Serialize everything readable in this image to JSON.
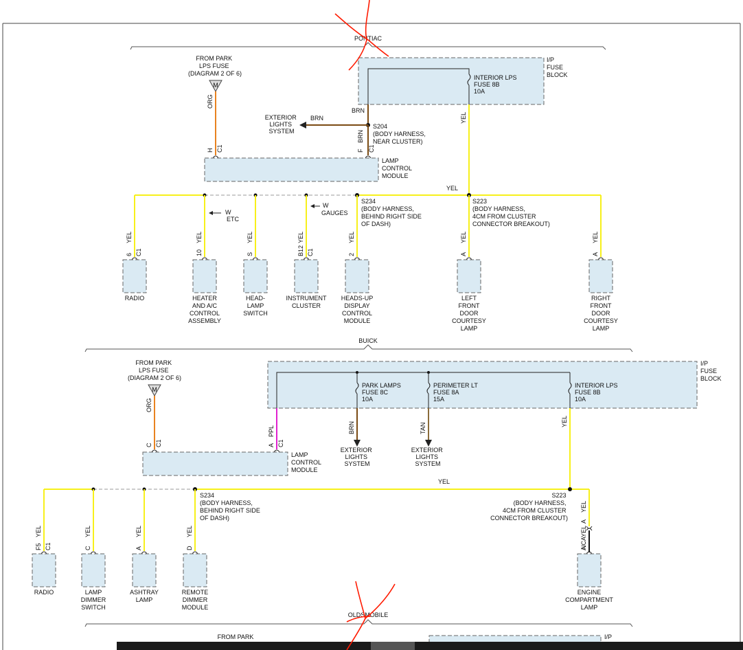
{
  "colors": {
    "yel": "#f7f01a",
    "brn": "#7a4a12",
    "org": "#e8821f",
    "tan": "#8a6c3a",
    "ppl": "#e020d0",
    "nca": "#111111",
    "blk": "#222222",
    "dash": "#9a9a9a",
    "box_fill": "#daeaf3",
    "annot": "#ff1a00"
  },
  "pontiac": {
    "title": "PONTIAC",
    "fuse_block": [
      "I/P",
      "FUSE",
      "BLOCK"
    ],
    "fuse": [
      "INTERIOR LPS",
      "FUSE 8B",
      "10A"
    ],
    "from_park": [
      "FROM PARK",
      "LPS FUSE",
      "(DIAGRAM 2 OF 6)"
    ],
    "connector_m": "M",
    "wire_org": "ORG",
    "pin_h": "H",
    "pin_f": "F",
    "conn_c1": "C1",
    "wire_brn": "BRN",
    "exterior_lights": [
      "EXTERIOR",
      "LIGHTS",
      "SYSTEM"
    ],
    "s204": [
      "S204",
      "(BODY HARNESS,",
      "NEAR CLUSTER)"
    ],
    "lamp_control_module": [
      "LAMP",
      "CONTROL",
      "MODULE"
    ],
    "wire_yel": "YEL",
    "s234": [
      "S234",
      "(BODY HARNESS,",
      "BEHIND RIGHT SIDE",
      "OF DASH)"
    ],
    "s223": [
      "S223",
      "(BODY HARNESS,",
      "4CM FROM CLUSTER",
      "CONNECTOR BREAKOUT)"
    ],
    "w_etc": [
      "W",
      "ETC"
    ],
    "w_gauges": [
      "W",
      "GAUGES"
    ],
    "components": [
      {
        "pin": "6",
        "conn": "C1",
        "wire": "YEL",
        "label": [
          "RADIO"
        ]
      },
      {
        "pin": "10",
        "conn": "",
        "wire": "YEL",
        "label": [
          "HEATER",
          "AND A/C",
          "CONTROL",
          "ASSEMBLY"
        ]
      },
      {
        "pin": "S",
        "conn": "",
        "wire": "YEL",
        "label": [
          "HEAD-",
          "LAMP",
          "SWITCH"
        ]
      },
      {
        "pin": "B12",
        "conn": "C1",
        "wire": "YEL",
        "label": [
          "INSTRUMENT",
          "CLUSTER"
        ]
      },
      {
        "pin": "2",
        "conn": "",
        "wire": "YEL",
        "label": [
          "HEADS-UP",
          "DISPLAY",
          "CONTROL",
          "MODULE"
        ]
      },
      {
        "pin": "A",
        "conn": "",
        "wire": "YEL",
        "label": [
          "LEFT",
          "FRONT",
          "DOOR",
          "COURTESY",
          "LAMP"
        ]
      },
      {
        "pin": "A",
        "conn": "",
        "wire": "YEL",
        "label": [
          "RIGHT",
          "FRONT",
          "DOOR",
          "COURTESY",
          "LAMP"
        ]
      }
    ]
  },
  "buick": {
    "title": "BUICK",
    "fuse_block": [
      "I/P",
      "FUSE",
      "BLOCK"
    ],
    "fuses": [
      [
        "PARK LAMPS",
        "FUSE 8C",
        "10A"
      ],
      [
        "PERIMETER LT",
        "FUSE 8A",
        "15A"
      ],
      [
        "INTERIOR LPS",
        "FUSE 8B",
        "10A"
      ]
    ],
    "from_park": [
      "FROM PARK",
      "LPS FUSE",
      "(DIAGRAM 2 OF 6)"
    ],
    "connector_m": "M",
    "wire_org": "ORG",
    "wire_ppl": "PPL",
    "wire_brn": "BRN",
    "wire_tan": "TAN",
    "wire_yel": "YEL",
    "wire_nca": "NCA",
    "pin_c": "C",
    "pin_a": "A",
    "conn_c1": "C1",
    "lamp_control_module": [
      "LAMP",
      "CONTROL",
      "MODULE"
    ],
    "exterior_lights": [
      "EXTERIOR",
      "LIGHTS",
      "SYSTEM"
    ],
    "s234": [
      "S234",
      "(BODY HARNESS,",
      "BEHIND RIGHT SIDE",
      "OF DASH)"
    ],
    "s223": [
      "S223",
      "(BODY HARNESS,",
      "4CM FROM CLUSTER",
      "CONNECTOR BREAKOUT)"
    ],
    "components": [
      {
        "pin": "F5",
        "conn": "C1",
        "wire": "YEL",
        "label": [
          "RADIO"
        ]
      },
      {
        "pin": "C",
        "conn": "",
        "wire": "YEL",
        "label": [
          "LAMP",
          "DIMMER",
          "SWITCH"
        ]
      },
      {
        "pin": "A",
        "conn": "",
        "wire": "YEL",
        "label": [
          "ASHTRAY",
          "LAMP"
        ]
      },
      {
        "pin": "D",
        "conn": "",
        "wire": "YEL",
        "label": [
          "REMOTE",
          "DIMMER",
          "MODULE"
        ]
      },
      {
        "pin": "A",
        "conn": "",
        "wire": "YEL",
        "label": [
          "ENGINE",
          "COMPARTMENT",
          "LAMP"
        ]
      }
    ]
  },
  "oldsmobile": {
    "title": "OLDSMOBILE",
    "from_park": "FROM PARK",
    "fuse_block": "I/P"
  }
}
